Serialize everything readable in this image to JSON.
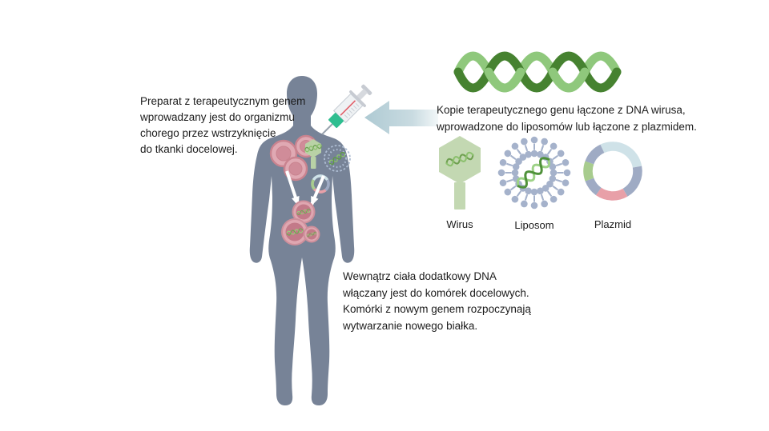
{
  "palette": {
    "body": "#778397",
    "cell_fill": "#E0A9B3",
    "cell_outline": "#C9838F",
    "cell_core": "#D08C99",
    "cell_core_dark": "#C37A89",
    "dna_light": "#8FC87C",
    "dna_dark": "#468230",
    "virus_fill": "#C3D8B2",
    "virus_dna": "#6FA050",
    "liposome_gray": "#A5B2CB",
    "plasmid_blue": "#CFE2E8",
    "plasmid_gray": "#9FABC4",
    "plasmid_pink": "#E8A0A8",
    "plasmid_green": "#A8CC8E",
    "syringe_hub_green": "#2FBE90",
    "syringe_red": "#E2606A",
    "arrow_blue": "#AECAD3",
    "text": "#1C1C1C"
  },
  "notes": {
    "injection": {
      "line1": "Preparat z terapeutycznym genem",
      "line2": "wprowadzany jest do organizmu",
      "line3": "chorego przez wstrzyknięcie",
      "line4": "do tkanki docelowej."
    },
    "vectors": {
      "line1": "Kopie terapeutycznego genu łączone z DNA wirusa,",
      "line2": "wprowadzone do liposomów lub łączone z plazmidem."
    },
    "expression": {
      "line1": "Wewnątrz ciała dodatkowy DNA",
      "line2": "włączany jest do komórek docelowych.",
      "line3": "Komórki z nowym genem rozpoczynają",
      "line4": "wytwarzanie nowego białka."
    }
  },
  "labels": {
    "virus": "Wirus",
    "liposome": "Liposom",
    "plasmid": "Plazmid"
  }
}
